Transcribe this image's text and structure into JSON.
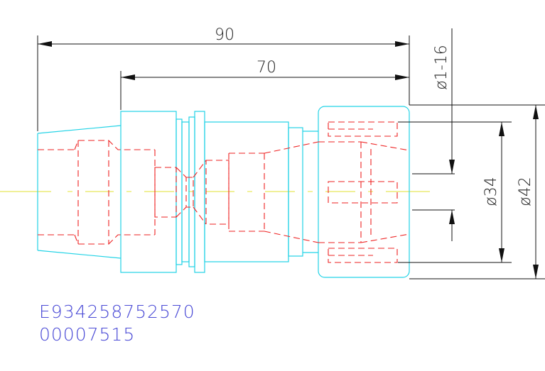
{
  "dimensions": {
    "overall_length": "90",
    "body_length": "70",
    "collet_range": "ø1-16",
    "inner_diameter": "ø34",
    "outer_diameter": "ø42"
  },
  "codes": {
    "line1": "E934258752570",
    "line2": "00007515"
  },
  "colors": {
    "outline": "#22d3e6",
    "hidden_lines": "#ee2222",
    "centerline": "#e8e85a",
    "dimension_lines": "#111111",
    "code_text": "#4a4ad6"
  }
}
